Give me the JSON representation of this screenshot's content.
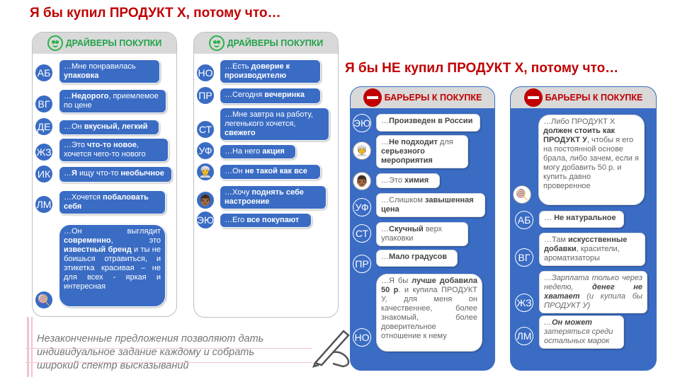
{
  "title_buy": "Я бы купил ПРОДУКТ Х, потому что…",
  "title_not_buy": "Я бы НЕ купил ПРОДУКТ Х, потому что…",
  "drivers_label": "ДРАЙВЕРЫ ПОКУПКИ",
  "barriers_label": "БАРЬЕРЫ К  ПОКУПКЕ",
  "colors": {
    "accent_red": "#c00000",
    "blue": "#3a6cc4",
    "green": "#22a34a"
  },
  "panel1": [
    {
      "who": "АБ",
      "parts": [
        [
          "…Мне понравилась ",
          0
        ],
        [
          "упаковка",
          1
        ]
      ]
    },
    {
      "who": "ВГ",
      "parts": [
        [
          "…",
          0
        ],
        [
          "Недорого",
          1
        ],
        [
          ", приемлемое по цене",
          0
        ]
      ]
    },
    {
      "who": "ДЕ",
      "parts": [
        [
          "…Он ",
          0
        ],
        [
          "вкусный, легкий",
          1
        ]
      ]
    },
    {
      "who": "ЖЗ",
      "parts": [
        [
          "…Это ",
          0
        ],
        [
          "что-то новое",
          1
        ],
        [
          ", хочется чего-то нового",
          0
        ]
      ]
    },
    {
      "who": "ИК",
      "parts": [
        [
          "…",
          0
        ],
        [
          "Я",
          1
        ],
        [
          " ищу что-то ",
          0
        ],
        [
          "необычное",
          1
        ]
      ]
    },
    {
      "who": "ЛМ",
      "parts": [
        [
          "…Хочется ",
          0
        ],
        [
          "побаловать себя",
          1
        ]
      ]
    },
    {
      "who": "lollipop-icon",
      "parts": [
        [
          "…Он выглядит ",
          0
        ],
        [
          "современно",
          1
        ],
        [
          ", это ",
          0
        ],
        [
          "известный бренд",
          1
        ],
        [
          " и ты не боишься отравиться, и этикетка красивая – не для всех - яркая и интересная",
          0
        ]
      ]
    }
  ],
  "panel2": [
    {
      "who": "НО",
      "parts": [
        [
          "…Есть ",
          0
        ],
        [
          "доверие к производителю",
          1
        ]
      ]
    },
    {
      "who": "ПР",
      "parts": [
        [
          "…Сегодня ",
          0
        ],
        [
          "вечеринка",
          1
        ]
      ]
    },
    {
      "who": "СТ",
      "parts": [
        [
          "…Мне завтра на работу, легенького хочется, ",
          0
        ],
        [
          "свежего",
          1
        ]
      ]
    },
    {
      "who": "УФ",
      "parts": [
        [
          "…На него ",
          0
        ],
        [
          "акция",
          1
        ]
      ]
    },
    {
      "who": "woman-avatar",
      "parts": [
        [
          "…Он ",
          0
        ],
        [
          "не такой как все",
          1
        ]
      ]
    },
    {
      "who": "man-avatar",
      "parts": [
        [
          "…Хочу ",
          0
        ],
        [
          "поднять себе настроение",
          1
        ]
      ]
    },
    {
      "who": "ЭЮ",
      "parts": [
        [
          "…Его ",
          0
        ],
        [
          "все покупают",
          1
        ]
      ]
    }
  ],
  "panel3": [
    {
      "who": "ЭЮ",
      "parts": [
        [
          "…",
          0
        ],
        [
          "Произведен в России",
          1
        ]
      ]
    },
    {
      "who": "woman-avatar",
      "parts": [
        [
          "…",
          0
        ],
        [
          "Не подходит",
          1
        ],
        [
          " для ",
          0
        ],
        [
          "серьезного мероприятия",
          1
        ]
      ]
    },
    {
      "who": "man-avatar",
      "parts": [
        [
          "…Это ",
          0
        ],
        [
          "химия",
          1
        ]
      ]
    },
    {
      "who": "УФ",
      "parts": [
        [
          "…Слишком ",
          0
        ],
        [
          "завышенная цена",
          1
        ]
      ]
    },
    {
      "who": "СТ",
      "parts": [
        [
          "…",
          0
        ],
        [
          "Скучный",
          1
        ],
        [
          " верх упаковки",
          0
        ]
      ]
    },
    {
      "who": "ПР",
      "parts": [
        [
          "…",
          0
        ],
        [
          "Мало градусов",
          1
        ]
      ]
    },
    {
      "who": "НО",
      "parts": [
        [
          "…Я бы ",
          0
        ],
        [
          "лучше добавила 50 р",
          1
        ],
        [
          ". и купила ПРОДУКТ У, для меня он качественнее, более знакомый, более доверительное отношение к нему",
          0
        ]
      ]
    }
  ],
  "panel4": [
    {
      "who": "lollipop-icon",
      "parts": [
        [
          "…Либо ПРОДУКТ Х ",
          0
        ],
        [
          "должен стоить как ПРОДУКТ У",
          1
        ],
        [
          ", чтобы я его на постоянной основе брала, либо зачем, если я могу добавить 50 р. и купить давно проверенное",
          0
        ]
      ]
    },
    {
      "who": "АБ",
      "parts": [
        [
          "… ",
          0
        ],
        [
          "Не натуральное",
          1
        ]
      ]
    },
    {
      "who": "ВГ",
      "parts": [
        [
          "…Там ",
          0
        ],
        [
          "искусственные добавки",
          1
        ],
        [
          ", красители, ароматизаторы",
          0
        ]
      ]
    },
    {
      "who": "ЖЗ",
      "parts": [
        [
          "…Зарплата только через неделю, ",
          0
        ],
        [
          "денег не хватает",
          1
        ],
        [
          "  (и купила бы ПРОДУКТ У)",
          0
        ]
      ]
    },
    {
      "who": "ЛМ",
      "parts": [
        [
          "…",
          0
        ],
        [
          "Он может",
          1
        ],
        [
          " затеряться среди остальных марок",
          0
        ]
      ]
    }
  ],
  "note": "Незаконченные предложения позволяют дать индивидуальное задание каждому и собрать широкий спектр высказываний"
}
